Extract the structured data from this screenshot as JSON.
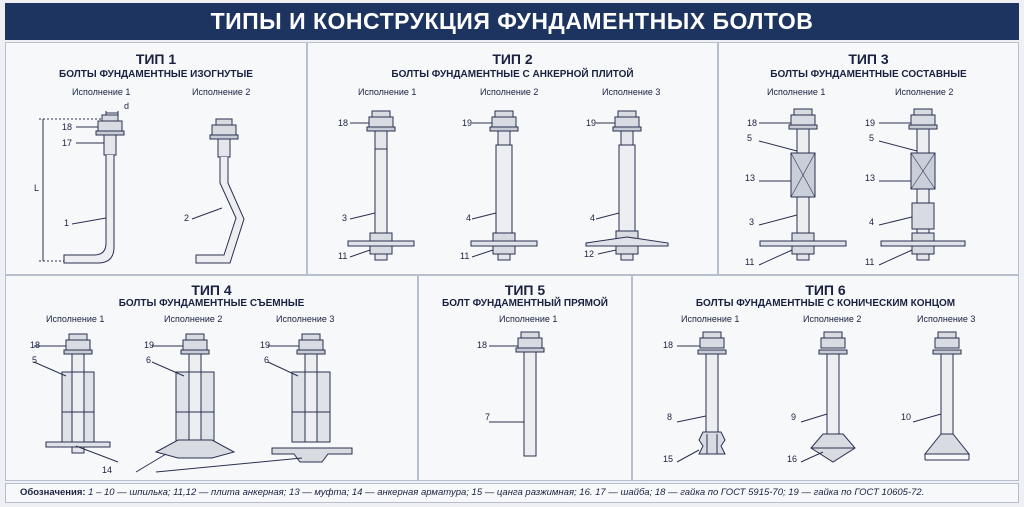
{
  "header": {
    "title": "ТИПЫ И КОНСТРУКЦИЯ ФУНДАМЕНТНЫХ БОЛТОВ"
  },
  "type1": {
    "title": "ТИП 1",
    "subtitle": "БОЛТЫ ФУНДАМЕНТНЫЕ ИЗОГНУТЫЕ",
    "v1": "Исполнение 1",
    "v2": "Исполнение 2",
    "n18": "18",
    "n17": "17",
    "n1": "1",
    "n2": "2",
    "d": "d",
    "L": "L"
  },
  "type2": {
    "title": "ТИП 2",
    "subtitle": "БОЛТЫ ФУНДАМЕНТНЫЕ С АНКЕРНОЙ ПЛИТОЙ",
    "v1": "Исполнение 1",
    "v2": "Исполнение 2",
    "v3": "Исполнение 3",
    "n18": "18",
    "n19a": "19",
    "n19b": "19",
    "n3": "3",
    "n4a": "4",
    "n4b": "4",
    "n11a": "11",
    "n11b": "11",
    "n12": "12"
  },
  "type3": {
    "title": "ТИП 3",
    "subtitle": "БОЛТЫ ФУНДАМЕНТНЫЕ СОСТАВНЫЕ",
    "v1": "Исполнение 1",
    "v2": "Исполнение 2",
    "n18": "18",
    "n19": "19",
    "n5a": "5",
    "n5b": "5",
    "n13a": "13",
    "n13b": "13",
    "n3": "3",
    "n4": "4",
    "n11a": "11",
    "n11b": "11"
  },
  "type4": {
    "title": "ТИП 4",
    "subtitle": "БОЛТЫ ФУНДАМЕНТНЫЕ СЪЕМНЫЕ",
    "v1": "Исполнение 1",
    "v2": "Исполнение 2",
    "v3": "Исполнение 3",
    "n18": "18",
    "n5": "5",
    "n19a": "19",
    "n19b": "19",
    "n6a": "6",
    "n6b": "6",
    "n14": "14"
  },
  "type5": {
    "title": "ТИП 5",
    "subtitle": "БОЛТ ФУНДАМЕНТНЫЙ ПРЯМОЙ",
    "v1": "Исполнение 1",
    "n18": "18",
    "n7": "7"
  },
  "type6": {
    "title": "ТИП 6",
    "subtitle": "БОЛТЫ ФУНДАМЕНТНЫЕ С КОНИЧЕСКИМ КОНЦОМ",
    "v1": "Исполнение 1",
    "v2": "Исполнение 2",
    "v3": "Исполнение 3",
    "n18": "18",
    "n8": "8",
    "n9": "9",
    "n10": "10",
    "n15": "15",
    "n16": "16"
  },
  "legend": {
    "prefix": "Обозначения:",
    "text": " 1 – 10 — шпилька; 11,12 — плита анкерная; 13 — муфта; 14 — анкерная арматура; 15 — цанга разжимная; 16. 17 — шайба; 18 — гайка по ГОСТ 5915-70; 19 — гайка по ГОСТ 10605-72."
  }
}
